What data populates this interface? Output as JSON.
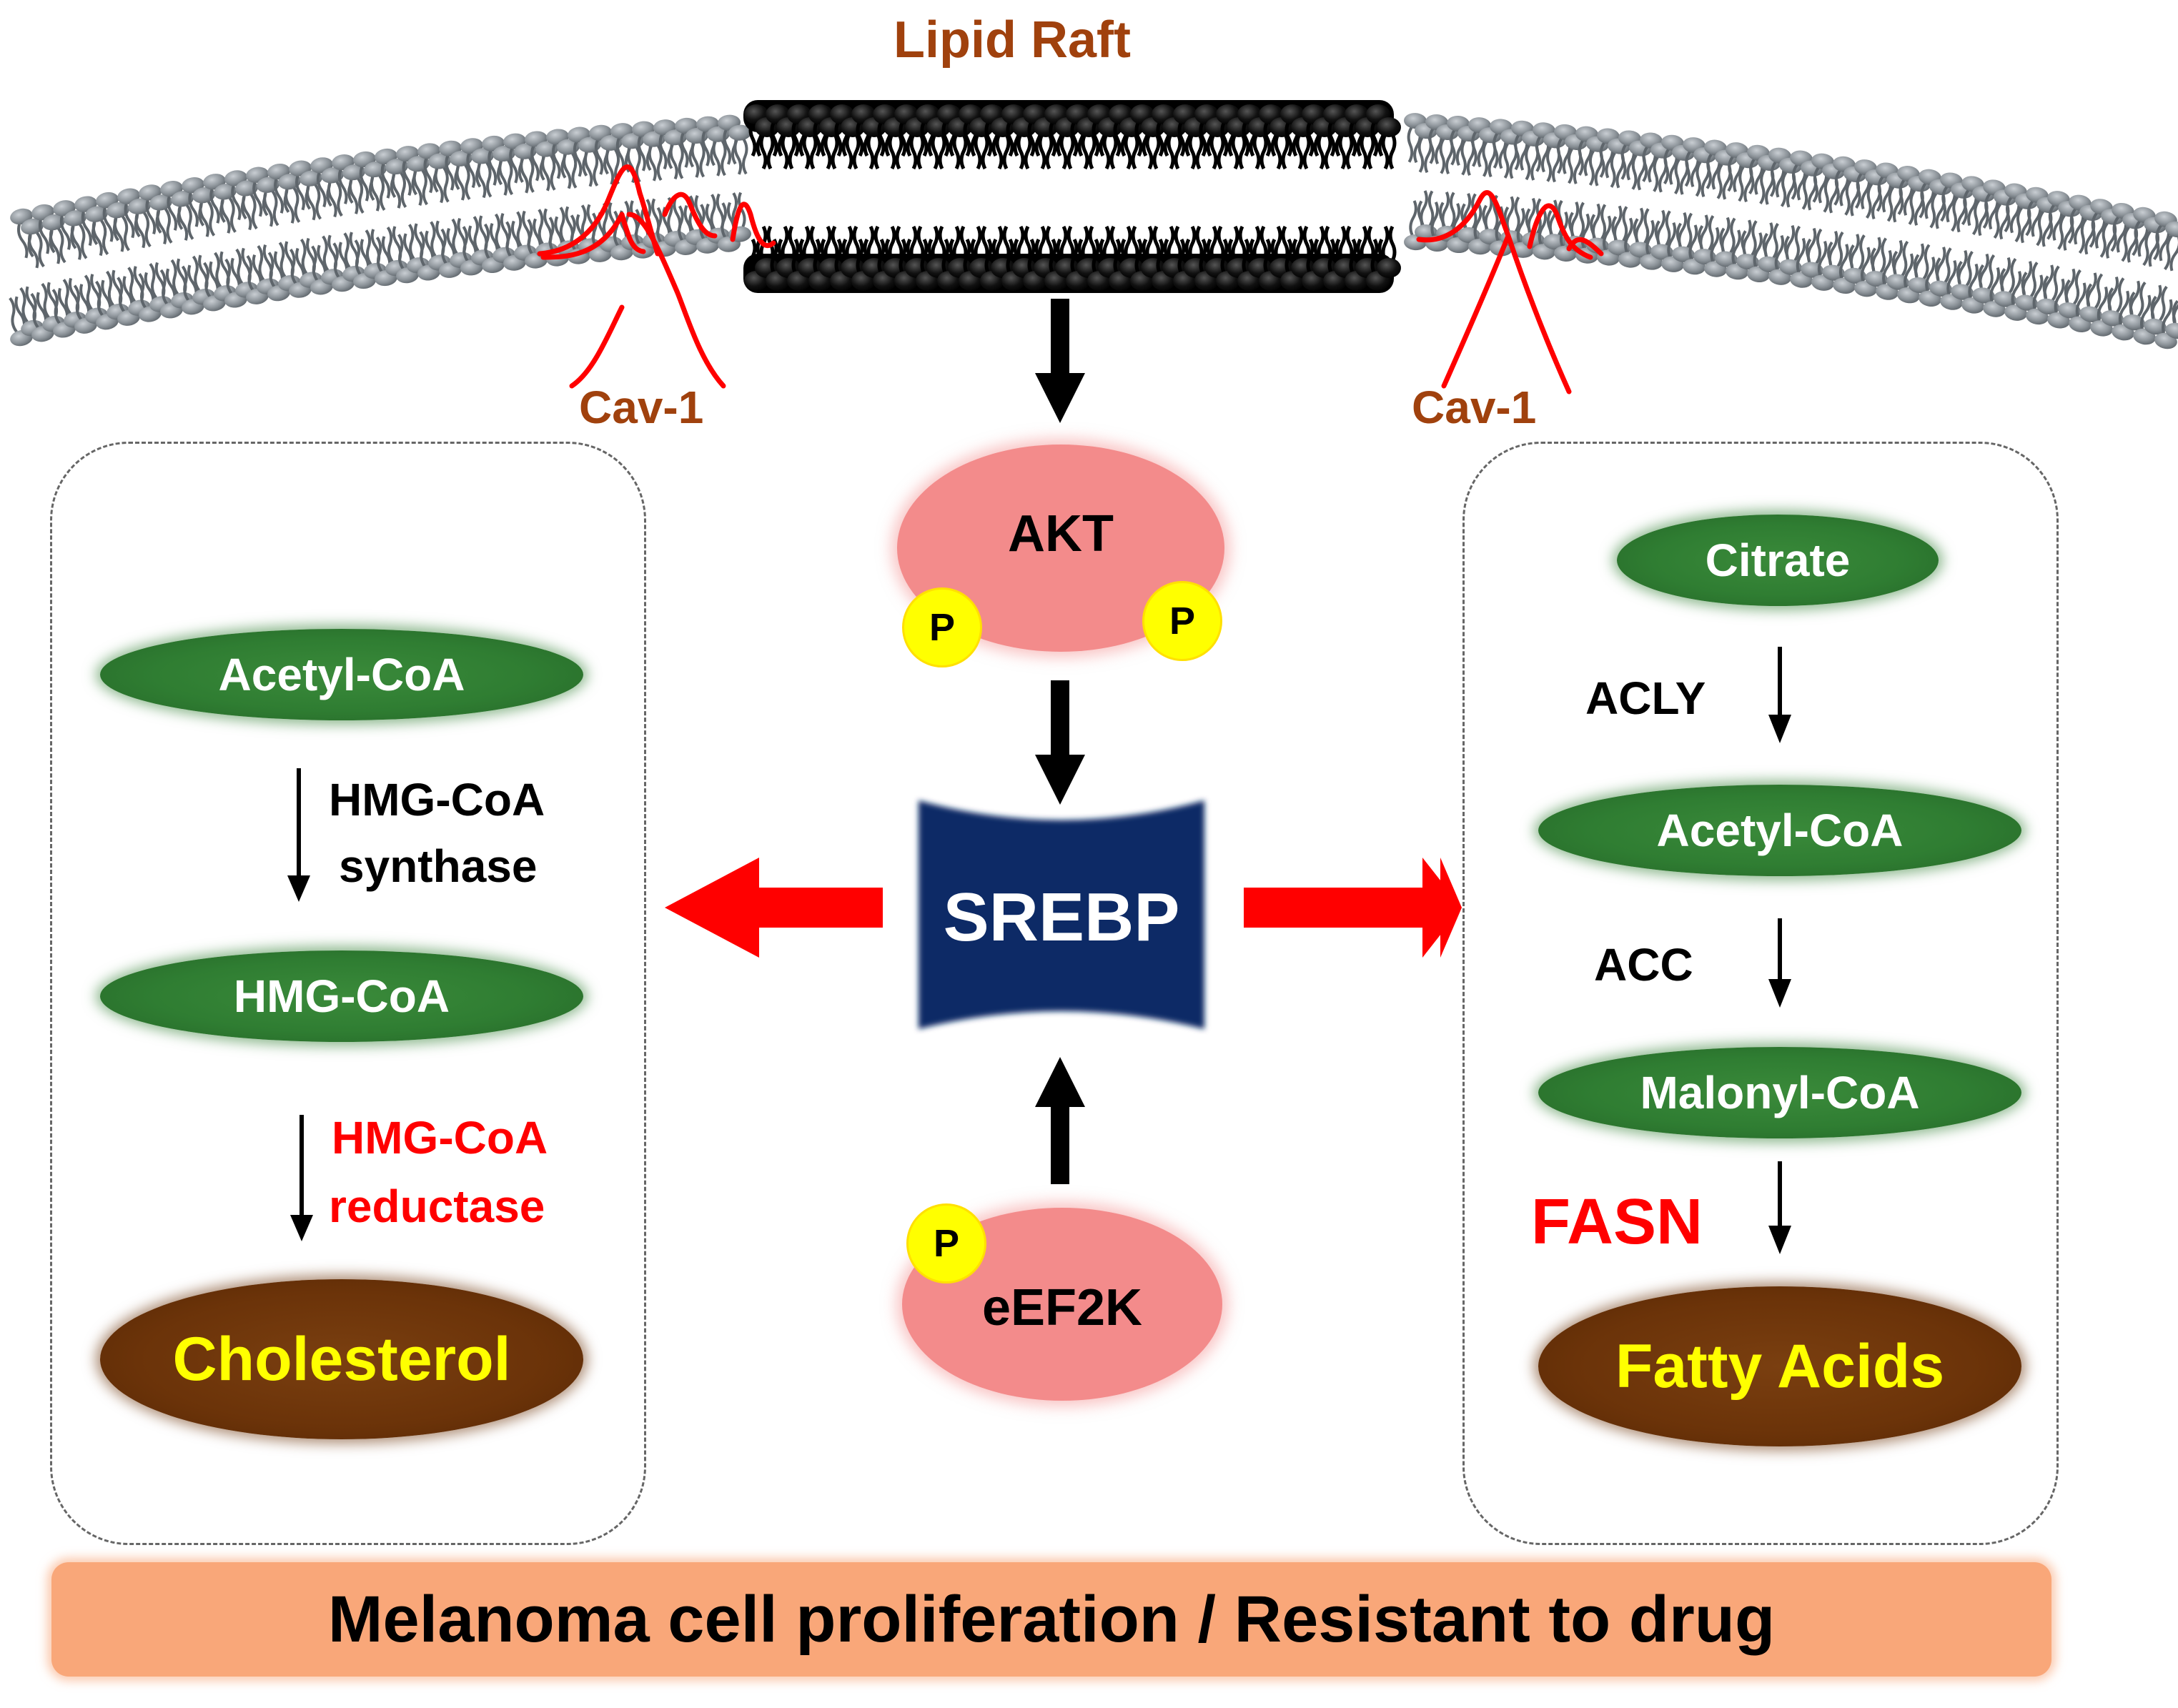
{
  "membrane": {
    "title": "Lipid Raft",
    "cav_left": "Cav-1",
    "cav_right": "Cav-1"
  },
  "center": {
    "akt": "AKT",
    "akt_p_left": "P",
    "akt_p_right": "P",
    "srebp": "SREBP",
    "eef2k": "eEF2K",
    "eef2k_p": "P"
  },
  "left_panel": {
    "node1": "Acetyl-CoA",
    "enzyme1_line1": "HMG-CoA",
    "enzyme1_line2": "synthase",
    "node2": "HMG-CoA",
    "enzyme2_line1": "HMG-CoA",
    "enzyme2_line2": "reductase",
    "product": "Cholesterol"
  },
  "right_panel": {
    "node1": "Citrate",
    "enzyme1": "ACLY",
    "node2": "Acetyl-CoA",
    "enzyme2": "ACC",
    "node3": "Malonyl-CoA",
    "enzyme3": "FASN",
    "product": "Fatty Acids"
  },
  "footer": {
    "text": "Melanoma cell proliferation / Resistant to drug"
  },
  "colors": {
    "green_node": "#2f7d32",
    "brown_node": "#6b3309",
    "product_text": "#ffff00",
    "pink_node": "#f38b8b",
    "srebp_box": "#0f2a66",
    "red_arrow": "#ff0000",
    "red_text": "#ff0000",
    "membrane_grey": "#8c9399",
    "raft_black": "#000000",
    "caveolin_red": "#ff0000",
    "label_brown": "#a0410d",
    "footer_bg": "#f9a779"
  }
}
